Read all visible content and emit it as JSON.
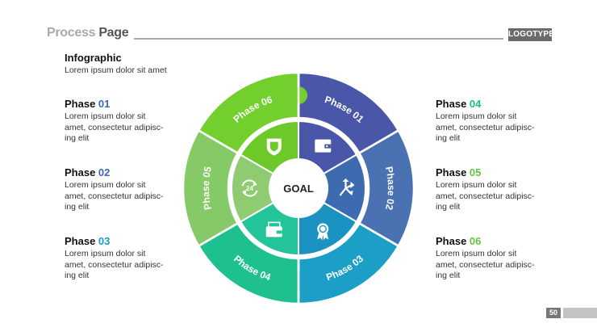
{
  "header": {
    "title_part1": "Process ",
    "title_part2": "Page",
    "logo": "LOGOTYPE"
  },
  "intro": {
    "heading": "Infographic",
    "subtitle": "Lorem ipsum dolor sit amet"
  },
  "phases": [
    {
      "label": "Phase ",
      "num": "01",
      "num_color": "#3f66b5",
      "desc": [
        "Lorem ipsum dolor sit",
        "amet, consectetur adipisc-",
        "ing elit"
      ]
    },
    {
      "label": "Phase ",
      "num": "02",
      "num_color": "#3f66b5",
      "desc": [
        "Lorem ipsum dolor sit",
        "amet, consectetur adipisc-",
        "ing elit"
      ]
    },
    {
      "label": "Phase ",
      "num": "03",
      "num_color": "#1d9dbd",
      "desc": [
        "Lorem ipsum dolor sit",
        "amet, consectetur adipisc-",
        "ing elit"
      ]
    },
    {
      "label": "Phase ",
      "num": "04",
      "num_color": "#1fba8c",
      "desc": [
        "Lorem ipsum dolor sit",
        "amet, consectetur adipisc-",
        "ing elit"
      ]
    },
    {
      "label": "Phase ",
      "num": "05",
      "num_color": "#65c23a",
      "desc": [
        "Lorem ipsum dolor sit",
        "amet, consectetur adipisc-",
        "ing elit"
      ]
    },
    {
      "label": "Phase ",
      "num": "06",
      "num_color": "#65c23a",
      "desc": [
        "Lorem ipsum dolor sit",
        "amet, consectetur adipisc-",
        "ing elit"
      ]
    }
  ],
  "diagram": {
    "center_label": "GOAL",
    "segments": [
      {
        "label": "Phase 01",
        "outer_color": "#4a56a8",
        "inner_color": "#4a56a8",
        "icon": "wallet-icon"
      },
      {
        "label": "Phase 02",
        "outer_color": "#4a72b3",
        "inner_color": "#3e6bb0",
        "icon": "split-arrows-icon"
      },
      {
        "label": "Phase 03",
        "outer_color": "#1b9fc7",
        "inner_color": "#1a93c2",
        "icon": "award-badge-icon"
      },
      {
        "label": "Phase 04",
        "outer_color": "#1fc08f",
        "inner_color": "#24c49b",
        "icon": "money-wallet-icon"
      },
      {
        "label": "Phase 05",
        "outer_color": "#86c967",
        "inner_color": "#8fcb70",
        "icon": "24-hours-icon"
      },
      {
        "label": "Phase 06",
        "outer_color": "#73cf2e",
        "inner_color": "#6cc928",
        "icon": "shield-icon"
      }
    ]
  },
  "footer": {
    "page_number": "50"
  }
}
